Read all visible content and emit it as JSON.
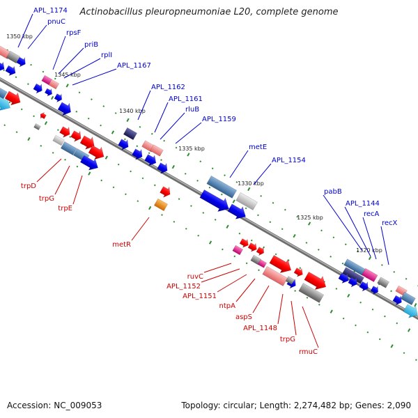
{
  "title": "Actinobacillus pleuropneumoniae L20, complete genome",
  "footer": {
    "accession": "Accession: NC_009053",
    "summary": "Topology: circular; Length: 2,274,482 bp; Genes: 2,090"
  },
  "colors": {
    "backbone": "#8c8c8c",
    "tick": "#2e8b2e",
    "label_forward": "#0000cc",
    "label_reverse": "#cc0000",
    "gene_red": "#ff0000",
    "gene_blue": "#0000ee",
    "gene_pink": "#f08080",
    "gene_steel": "#4682b4",
    "gene_gray": "#808080",
    "gene_orange": "#ff8c00",
    "gene_magenta": "#ff1493",
    "gene_cyan": "#00bfff",
    "gene_navy": "#191970"
  },
  "kbp_labels": [
    "1350 kbp",
    "1345 kbp",
    "1340 kbp",
    "1335 kbp",
    "1330 kbp",
    "1325 kbp",
    "1320 kbp"
  ],
  "forward_labels": [
    "APL_1174",
    "pnuC",
    "rpsF",
    "priB",
    "rplI",
    "APL_1167",
    "APL_1162",
    "APL_1161",
    "rluB",
    "APL_1159",
    "metE",
    "APL_1154",
    "pabB",
    "APL_1144",
    "recA",
    "recX"
  ],
  "reverse_labels": [
    "trpD",
    "trpG",
    "trpE",
    "metR",
    "ruvC",
    "APL_1152",
    "APL_1151",
    "ntpA",
    "aspS",
    "APL_1148",
    "trpG",
    "rmuC"
  ]
}
